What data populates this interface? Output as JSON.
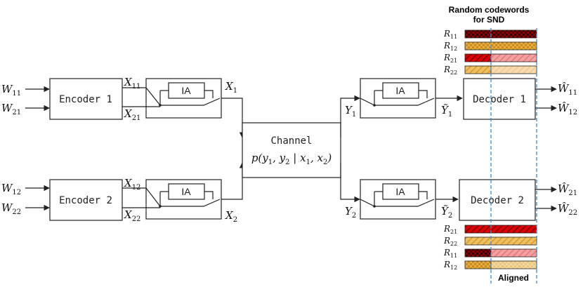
{
  "header": {
    "title_line1": "Random codewords",
    "title_line2": "for SND"
  },
  "blocks": {
    "encoder1": "Encoder 1",
    "encoder2": "Encoder 2",
    "decoder1": "Decoder 1",
    "decoder2": "Decoder 2",
    "ia": "IA",
    "channel_title": "Channel",
    "channel_expr": "p(y1, y2 | x1, x2)"
  },
  "signals": {
    "W11": {
      "base": "W",
      "sub": "11"
    },
    "W21": {
      "base": "W",
      "sub": "21"
    },
    "W12": {
      "base": "W",
      "sub": "12"
    },
    "W22": {
      "base": "W",
      "sub": "22"
    },
    "X11": {
      "base": "X",
      "sub": "11"
    },
    "X21": {
      "base": "X",
      "sub": "21"
    },
    "X12": {
      "base": "X",
      "sub": "12"
    },
    "X22": {
      "base": "X",
      "sub": "22"
    },
    "X1": {
      "base": "X",
      "sub": "1"
    },
    "X2": {
      "base": "X",
      "sub": "2"
    },
    "Y1": {
      "base": "Y",
      "sub": "1"
    },
    "Y2": {
      "base": "Y",
      "sub": "2"
    },
    "Y1t": {
      "base": "Ỹ",
      "sub": "1"
    },
    "Y2t": {
      "base": "Ỹ",
      "sub": "2"
    },
    "What11": {
      "base": "Ŵ",
      "sub": "11"
    },
    "What12": {
      "base": "Ŵ",
      "sub": "12"
    },
    "What21": {
      "base": "Ŵ",
      "sub": "21"
    },
    "What22": {
      "base": "Ŵ",
      "sub": "22"
    }
  },
  "codewords_top": [
    {
      "label": "R",
      "sub": "11",
      "color": "#8b0000",
      "pattern": "checker"
    },
    {
      "label": "R",
      "sub": "12",
      "color": "#e8b040",
      "pattern": "checker-light"
    },
    {
      "label": "R",
      "sub": "21",
      "color": "#e00000",
      "pattern": "hatch"
    },
    {
      "label": "R",
      "sub": "22",
      "color": "#e8b040",
      "pattern": "hatch-light"
    }
  ],
  "codewords_bottom": [
    {
      "label": "R",
      "sub": "21",
      "color": "#e00000",
      "pattern": "hatch"
    },
    {
      "label": "R",
      "sub": "22",
      "color": "#e8b040",
      "pattern": "hatch-light"
    },
    {
      "label": "R",
      "sub": "11",
      "color": "#8b0000",
      "pattern": "checker"
    },
    {
      "label": "R",
      "sub": "12",
      "color": "#e8b040",
      "pattern": "checker-light"
    }
  ],
  "footer": {
    "aligned": "Aligned"
  },
  "colors": {
    "guide": "#4a90d9"
  }
}
